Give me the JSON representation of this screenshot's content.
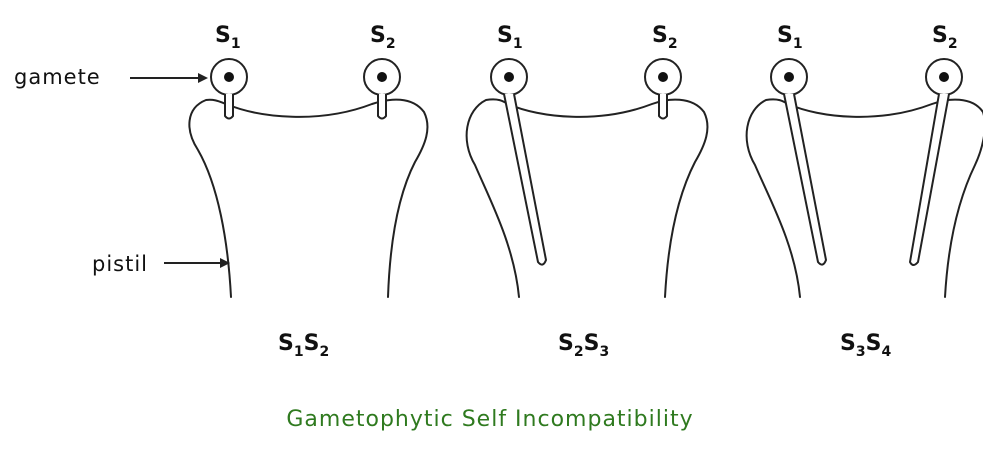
{
  "labels": {
    "gamete": "gamete",
    "pistil": "pistil"
  },
  "title": "Gametophytic Self Incompatibility",
  "pistils": [
    {
      "genotype": {
        "a": "S",
        "a_sub": "1",
        "b": "S",
        "b_sub": "2"
      },
      "pollen": [
        {
          "letter": "S",
          "sub": "1"
        },
        {
          "letter": "S",
          "sub": "2"
        }
      ]
    },
    {
      "genotype": {
        "a": "S",
        "a_sub": "2",
        "b": "S",
        "b_sub": "3"
      },
      "pollen": [
        {
          "letter": "S",
          "sub": "1"
        },
        {
          "letter": "S",
          "sub": "2"
        }
      ]
    },
    {
      "genotype": {
        "a": "S",
        "a_sub": "3",
        "b": "S",
        "b_sub": "4"
      },
      "pollen": [
        {
          "letter": "S",
          "sub": "1"
        },
        {
          "letter": "S",
          "sub": "2"
        }
      ]
    }
  ]
}
